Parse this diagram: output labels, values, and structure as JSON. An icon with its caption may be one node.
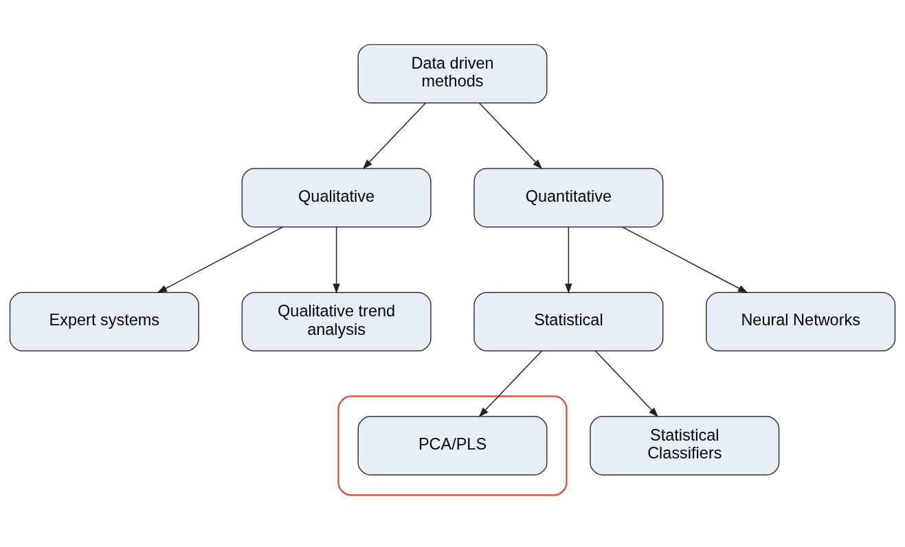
{
  "diagram": {
    "nodes": [
      {
        "text": [
          "Data driven methods"
        ]
      },
      {
        "text": [
          "Qualitative"
        ]
      },
      {
        "text": [
          "Quantitative"
        ]
      },
      {
        "text": [
          "Expert systems"
        ]
      },
      {
        "text": [
          "Qualitative trend analysis"
        ]
      },
      {
        "text": [
          "Statistical"
        ]
      },
      {
        "text": [
          "Neural Networks"
        ]
      },
      {
        "text": [],
        "shape": "ellipse"
      },
      {
        "text": [
          "PCA/PLS"
        ],
        "in": 7
      },
      {
        "text": [
          "Statistical Classifiers"
        ]
      }
    ],
    "edges": [
      {
        "from": 0,
        "to": 1,
        "arrow": "to"
      },
      {
        "from": 0,
        "to": 2,
        "arrow": "to"
      },
      {
        "from": 1,
        "to": 3,
        "arrow": "to"
      },
      {
        "from": 1,
        "to": 4,
        "arrow": "to"
      },
      {
        "from": 2,
        "to": 5,
        "arrow": "to"
      },
      {
        "from": 2,
        "to": 6,
        "arrow": "to"
      },
      {
        "from": 5,
        "to": 8,
        "arrow": "to"
      },
      {
        "from": 5,
        "to": 9,
        "arrow": "to"
      }
    ]
  }
}
